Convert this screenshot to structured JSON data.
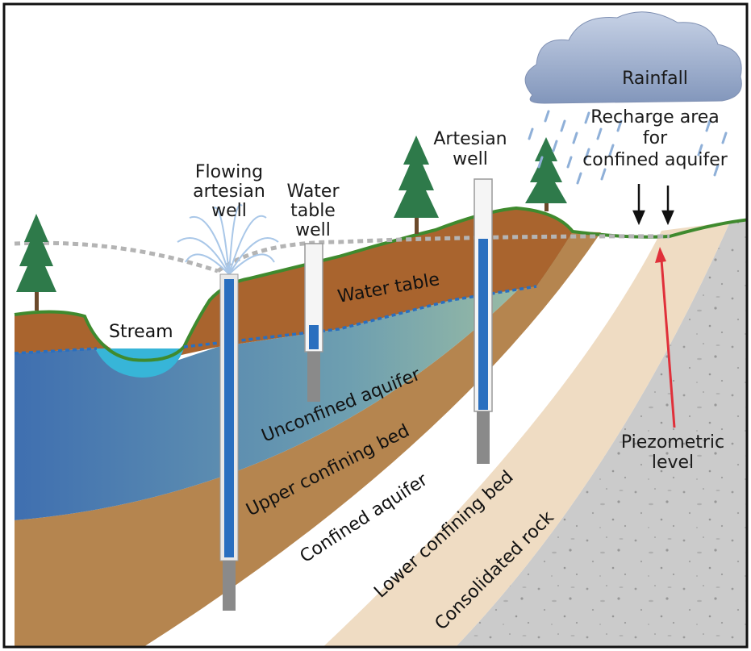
{
  "labels": {
    "rainfall": "Rainfall",
    "recharge_1": "Recharge area",
    "recharge_2": "for",
    "recharge_3": "confined aquifer",
    "artesian_1": "Artesian",
    "artesian_2": "well",
    "flowing_1": "Flowing",
    "flowing_2": "artesian",
    "flowing_3": "well",
    "water_table_well_1": "Water",
    "water_table_well_2": "table",
    "water_table_well_3": "well",
    "water_table": "Water table",
    "stream": "Stream",
    "unconfined_aquifer": "Unconfined aquifer",
    "upper_confining_bed": "Upper confining bed",
    "confined_aquifer": "Confined aquifer",
    "lower_confining_bed": "Lower confining bed",
    "consolidated_rock": "Consolidated rock",
    "piezometric_1": "Piezometric",
    "piezometric_2": "level"
  },
  "colors": {
    "topsoil": "#a9642e",
    "unconfined_aquifer": "#4a78b0",
    "upper_confining_bed": "#b5854f",
    "confined_aquifer": "#ffffff",
    "lower_confining_bed": "#efdcc3",
    "consolidated_rock": "#c9c9c9",
    "water_blue": "#2a6fbf",
    "grass": "#3f8a2e",
    "tree": "#2e7a4a",
    "piezometric_arrow": "#e0303a",
    "cloud": "#9fb0cc"
  }
}
